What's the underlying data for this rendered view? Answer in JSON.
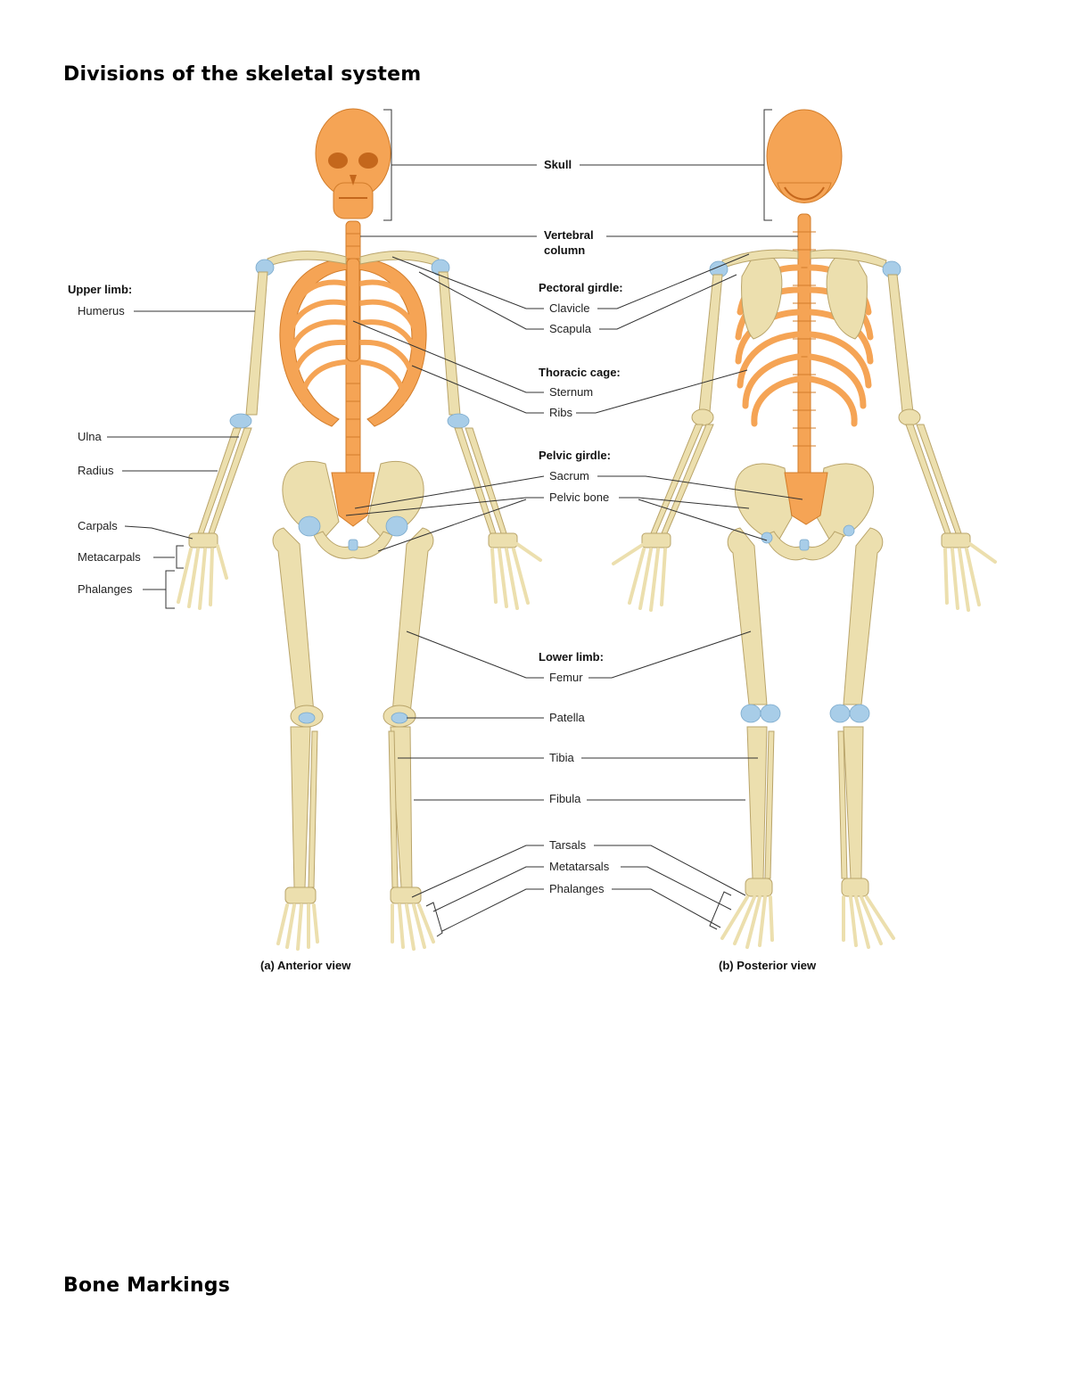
{
  "page": {
    "heading_1": "Divisions of the skeletal system",
    "heading_2": "Bone Markings"
  },
  "figure": {
    "labels": {
      "skull": "Skull",
      "vertebral_1": "Vertebral",
      "vertebral_2": "column",
      "pectoral_girdle": "Pectoral girdle:",
      "clavicle": "Clavicle",
      "scapula": "Scapula",
      "thoracic_cage": "Thoracic cage:",
      "sternum": "Sternum",
      "ribs": "Ribs",
      "pelvic_girdle": "Pelvic girdle:",
      "sacrum": "Sacrum",
      "pelvic_bone": "Pelvic bone",
      "lower_limb": "Lower limb:",
      "femur": "Femur",
      "patella": "Patella",
      "tibia": "Tibia",
      "fibula": "Fibula",
      "tarsals": "Tarsals",
      "metatarsals": "Metatarsals",
      "phalanges_foot": "Phalanges",
      "upper_limb": "Upper limb:",
      "humerus": "Humerus",
      "ulna": "Ulna",
      "radius": "Radius",
      "carpals": "Carpals",
      "metacarpals": "Metacarpals",
      "phalanges_hand": "Phalanges"
    },
    "captions": {
      "anterior": "(a) Anterior view",
      "posterior": "(b) Posterior view"
    },
    "colors": {
      "axial_skeleton": "#f5a455",
      "appendicular_skeleton": "#ecdfae",
      "cartilage": "#a8cde8"
    }
  }
}
